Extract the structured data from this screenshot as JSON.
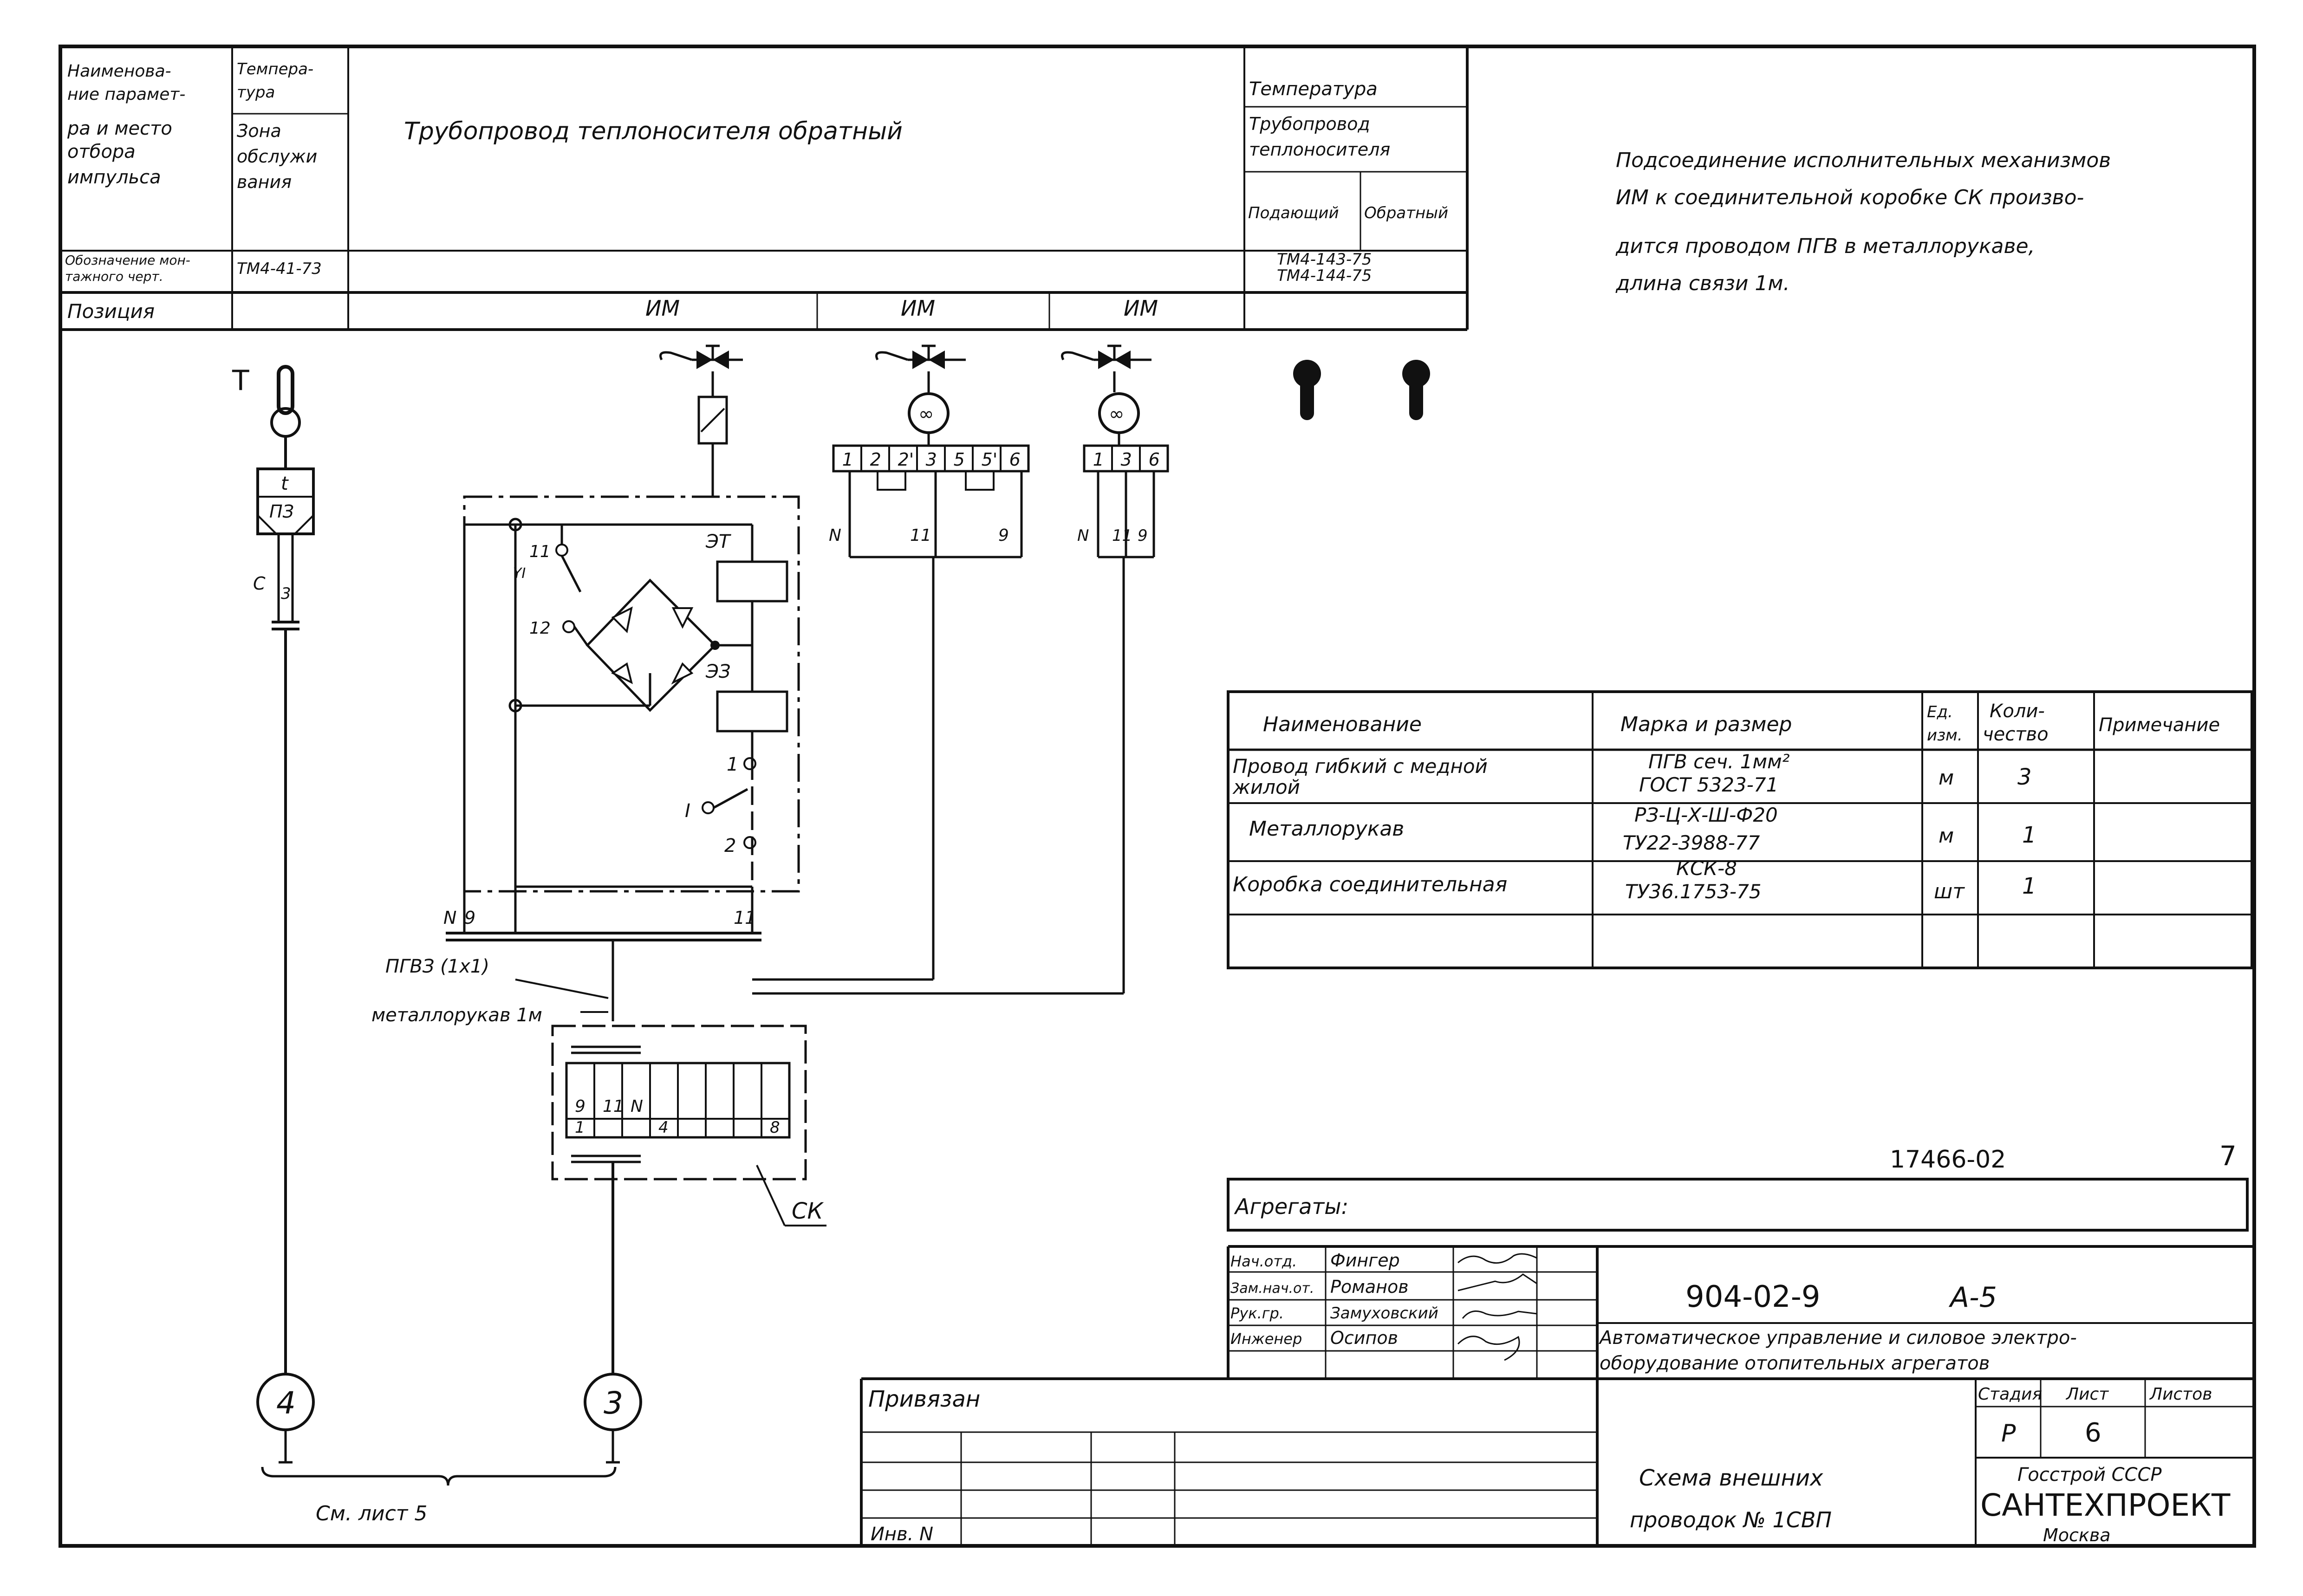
{
  "header": {
    "col1_title": "Наименова-ние парамет-ра и место отбора импульса",
    "col1_lines": [
      "Наименова-",
      "ние парамет-",
      "ра и место",
      "отбора",
      "импульса"
    ],
    "col2_lines": [
      "Темпера-",
      "тура"
    ],
    "col2_zone": [
      "Зона",
      "обслужи",
      "вания"
    ],
    "pipeline_title": "Трубопровод теплоносителя обратный",
    "right_temp": "Температура",
    "right_pipeline": [
      "Трубопровод",
      "теплоносителя"
    ],
    "supply": "Подающий",
    "return": "Обратный",
    "mount_label": [
      "Обозначение мон-",
      "тажного черт."
    ],
    "mount_value": "ТМ4-41-73",
    "mount_right": [
      "ТМ4-143-75",
      "ТМ4-144-75"
    ],
    "position_label": "Позиция",
    "im1": "ИМ",
    "im2": "ИМ",
    "im3": "ИМ"
  },
  "note": [
    "Подсоединение исполнительных механизмов",
    "ИМ к соединительной коробке СК произво-",
    "дится проводом ПГВ в металлорукаве,",
    "длина связи 1м."
  ],
  "schematic": {
    "sensor_letter": "T",
    "sensor_box_t": "t",
    "sensor_box_pz": "ПЗ",
    "wire_c": "С",
    "wire_3": "3",
    "et": "ЭТ",
    "ee": "ЭЗ",
    "t11": "11",
    "t12": "12",
    "t1": "1",
    "t2": "2",
    "switch_label": "I",
    "yi": "YI",
    "bus_n": "N",
    "bus_9": "9",
    "bus_11": "11",
    "act2_terms": [
      "1",
      "2",
      "2'",
      "3",
      "5",
      "5'",
      "6"
    ],
    "act2_wires": [
      "N",
      "11",
      "9"
    ],
    "act3_terms": [
      "1",
      "3",
      "6"
    ],
    "act3_wires": [
      "N",
      "11",
      "9"
    ],
    "cable_1": "ПГВЗ (1x1)",
    "cable_2": "металлорукав 1м",
    "jbox_top": [
      "9",
      "11",
      "N"
    ],
    "jbox_bottom": [
      "1",
      "4",
      "8"
    ],
    "jbox_label": "СК",
    "circle_left": "4",
    "circle_right": "3",
    "see_sheet": "См. лист 5"
  },
  "spec": {
    "headers": [
      "Наименование",
      "Марка и размер",
      "Ед. изм.",
      "Коли-чество",
      "Примечание"
    ],
    "header_unit": [
      "Ед.",
      "изм."
    ],
    "header_qty": [
      "Коли-",
      "чество"
    ],
    "rows": [
      {
        "name": [
          "Провод гибкий с медной",
          "жилой"
        ],
        "mark": [
          "ПГВ сеч. 1мм²",
          "ГОСТ 5323-71"
        ],
        "unit": "м",
        "qty": "3",
        "note": ""
      },
      {
        "name": [
          "Металлорукав",
          ""
        ],
        "mark": [
          "РЗ-Ц-Х-Ш-Ф20",
          "ТУ22-3988-77"
        ],
        "unit": "м",
        "qty": "1",
        "note": ""
      },
      {
        "name": [
          "Коробка соединительная",
          ""
        ],
        "mark": [
          "КСК-8",
          "ТУ36.1753-75"
        ],
        "unit": "шт",
        "qty": "1",
        "note": ""
      }
    ]
  },
  "doc_number": "17466-02",
  "doc_page": "7",
  "aggregates_label": "Агрегаты:",
  "title_block": {
    "signatures": [
      {
        "role": "Нач.отд.",
        "name": "Фингер"
      },
      {
        "role": "Зам.нач.от.",
        "name": "Романов"
      },
      {
        "role": "Рук.гр.",
        "name": "Замуховский"
      },
      {
        "role": "Инженер",
        "name": "Осипов"
      }
    ],
    "project_code": "904-02-9",
    "album": "А-5",
    "project_title": [
      "Автоматическое управление и силовое электро-",
      "оборудование отопительных агрегатов"
    ],
    "stage_label": "Стадия",
    "sheet_label": "Лист",
    "sheets_label": "Листов",
    "stage": "Р",
    "sheet": "6",
    "sheets": "",
    "drawing_title": [
      "Схема внешних",
      "проводок № 1СВП"
    ],
    "org": [
      "Госстрой СССР",
      "САНТЕХПРОЕКТ",
      "Москва"
    ],
    "bound": "Привязан",
    "inv": "Инв. N"
  }
}
